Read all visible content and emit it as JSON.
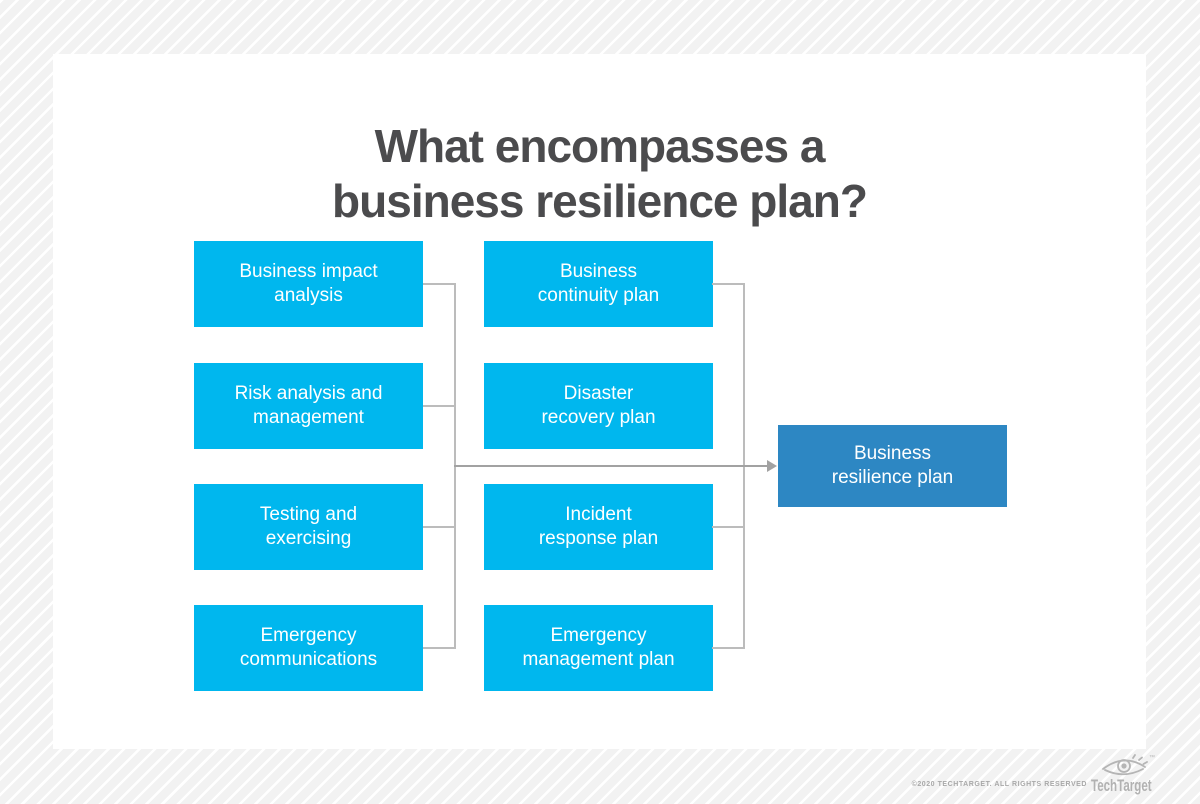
{
  "title": {
    "line1": "What encompasses a",
    "line2": "business resilience plan?"
  },
  "diagram": {
    "left_column": [
      {
        "line1": "Business impact",
        "line2": "analysis"
      },
      {
        "line1": "Risk analysis and",
        "line2": "management"
      },
      {
        "line1": "Testing and",
        "line2": "exercising"
      },
      {
        "line1": "Emergency",
        "line2": "communications"
      }
    ],
    "middle_column": [
      {
        "line1": "Business",
        "line2": "continuity plan"
      },
      {
        "line1": "Disaster",
        "line2": "recovery plan"
      },
      {
        "line1": "Incident",
        "line2": "response plan"
      },
      {
        "line1": "Emergency",
        "line2": "management plan"
      }
    ],
    "result_box": {
      "line1": "Business",
      "line2": "resilience plan"
    }
  },
  "colors": {
    "component_box": "#00b7ee",
    "result_box": "#2d87c3",
    "connector": "#bcbcbc",
    "arrow": "#a2a2a2",
    "title_text": "#4b4b4d",
    "card_background": "#ffffff",
    "stripe_background": "#f2f2f2",
    "footer_gray": "#a9a9a9"
  },
  "footer": {
    "copyright": "©2020 TECHTARGET. ALL RIGHTS RESERVED",
    "brand": "TechTarget",
    "trademark": "™",
    "eye_icon": "techtarget-eye-logo"
  }
}
